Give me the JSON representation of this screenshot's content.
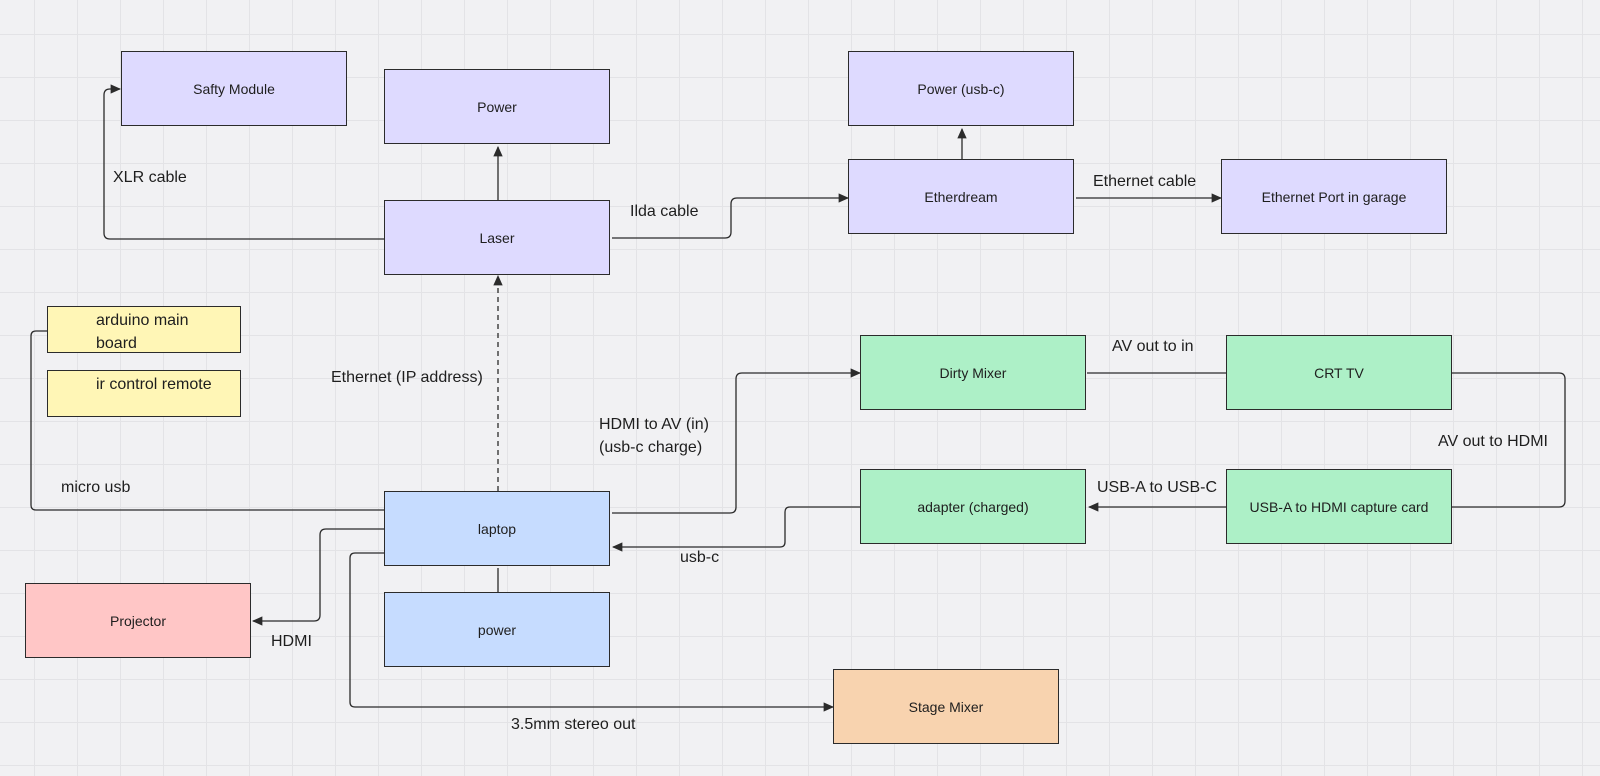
{
  "nodes": {
    "safty_module": "Safty Module",
    "power_laser": "Power",
    "power_usbc": "Power (usb-c)",
    "laser": "Laser",
    "etherdream": "Etherdream",
    "ethernet_port": "Ethernet Port in garage",
    "dirty_mixer": "Dirty Mixer",
    "crt_tv": "CRT TV",
    "adapter": "adapter (charged)",
    "capture_card": "USB-A to HDMI capture card",
    "laptop": "laptop",
    "power_laptop": "power",
    "projector": "Projector",
    "stage_mixer": "Stage Mixer"
  },
  "notes": {
    "arduino": "arduino main board",
    "ir_remote": "ir control remote"
  },
  "edge_labels": {
    "xlr": "XLR cable",
    "ilda": "Ilda cable",
    "ethernet_cable": "Ethernet cable",
    "ethernet_ip": "Ethernet (IP address)",
    "av_out_in": "AV out to in",
    "hdmi_av_line1": "HDMI to AV (in)",
    "hdmi_av_line2": "(usb-c charge)",
    "av_out_hdmi": "AV out to HDMI",
    "usba_usbc": "USB-A to USB-C",
    "micro_usb": "micro usb",
    "usb_c": "usb-c",
    "hdmi": "HDMI",
    "stereo_out": "3.5mm stereo out"
  },
  "colors": {
    "device_laser_group": "#dedaff",
    "device_video_group": "#adf0c7",
    "device_laptop_group": "#c6dcff",
    "projector": "#ffc6c6",
    "stage_mixer": "#f8d3af",
    "sticky_note": "#fff6b6",
    "connector": "#2b2b2b"
  }
}
